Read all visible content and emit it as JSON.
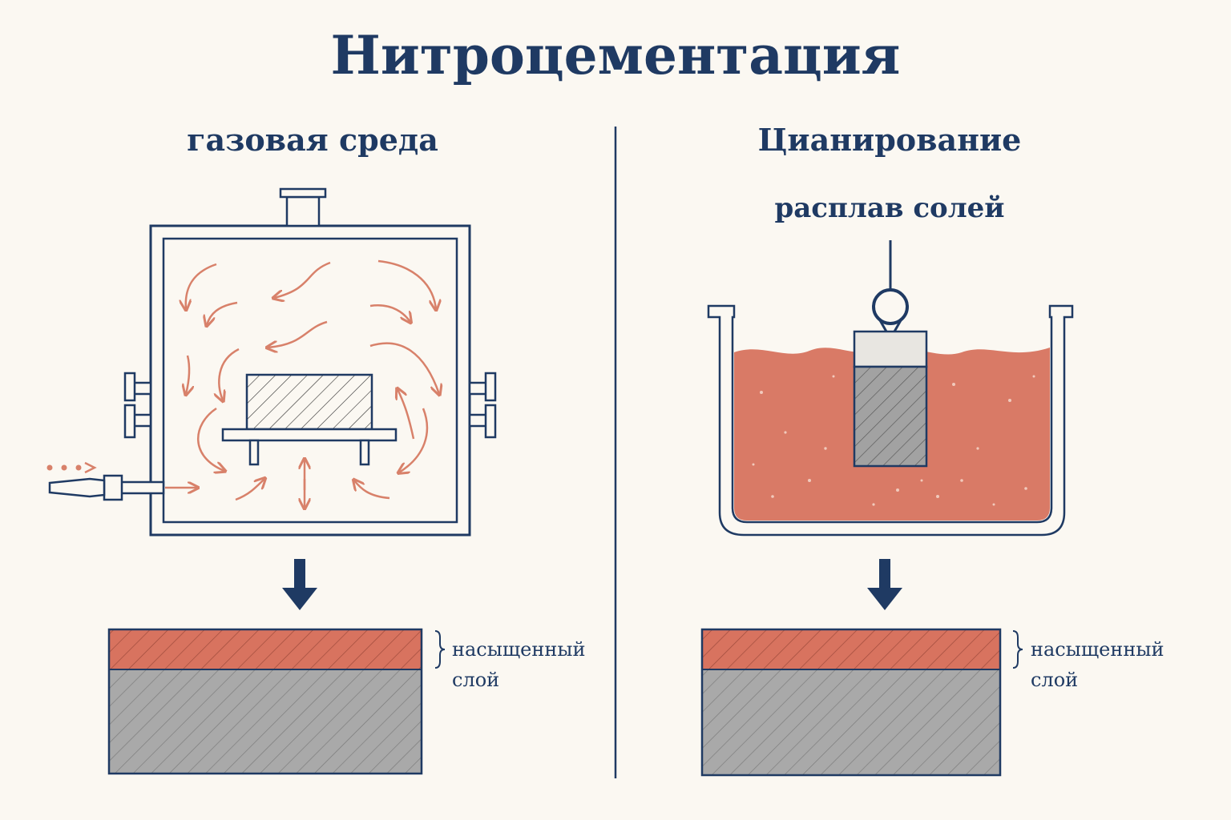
{
  "title": "Нитроцементация",
  "left": {
    "subtitle": "газовая среда",
    "layer_label_line1": "насыщенный",
    "layer_label_line2": "слой"
  },
  "right": {
    "subtitle": "Цианирование",
    "medium_label": "расплав солей",
    "layer_label_line1": "насыщенный",
    "layer_label_line2": "слой"
  },
  "colors": {
    "navy": "#1f3a63",
    "salt_melt": "#d97a66",
    "gas_arrow": "#d8816a",
    "steel": "#a9a9a9",
    "saturated_layer": "#d8735f"
  },
  "icons": [
    "down-arrow-icon",
    "gas-flow-arrow-icon",
    "inlet-dots-icon",
    "hook-ring-icon"
  ]
}
